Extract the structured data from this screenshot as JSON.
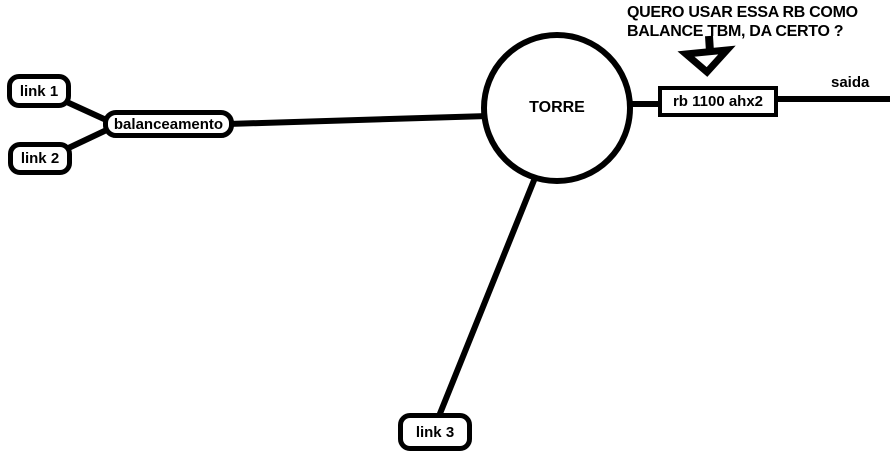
{
  "canvas": {
    "background_color": "#ffffff",
    "ink_color": "#000000"
  },
  "annotation": {
    "line1": "QUERO USAR ESSA RB COMO",
    "line2": "BALANCE TBM, DA CERTO ?",
    "arrow_direction": "down",
    "arrow_target": "rb 1100 ahx2"
  },
  "nodes": {
    "link1": {
      "label": "link 1",
      "shape": "rounded-rect"
    },
    "link2": {
      "label": "link 2",
      "shape": "rounded-rect"
    },
    "link3": {
      "label": "link 3",
      "shape": "rounded-rect"
    },
    "balanceamento": {
      "label": "balanceamento",
      "shape": "rounded-rect"
    },
    "torre": {
      "label": "TORRE",
      "shape": "circle"
    },
    "rb": {
      "label": "rb 1100 ahx2",
      "shape": "rect"
    }
  },
  "labels": {
    "saida": "saida"
  },
  "edges": [
    {
      "from": "link 1",
      "to": "balanceamento"
    },
    {
      "from": "link 2",
      "to": "balanceamento"
    },
    {
      "from": "balanceamento",
      "to": "TORRE"
    },
    {
      "from": "TORRE",
      "to": "rb 1100 ahx2"
    },
    {
      "from": "rb 1100 ahx2",
      "to": "saida"
    },
    {
      "from": "TORRE",
      "to": "link 3"
    }
  ]
}
